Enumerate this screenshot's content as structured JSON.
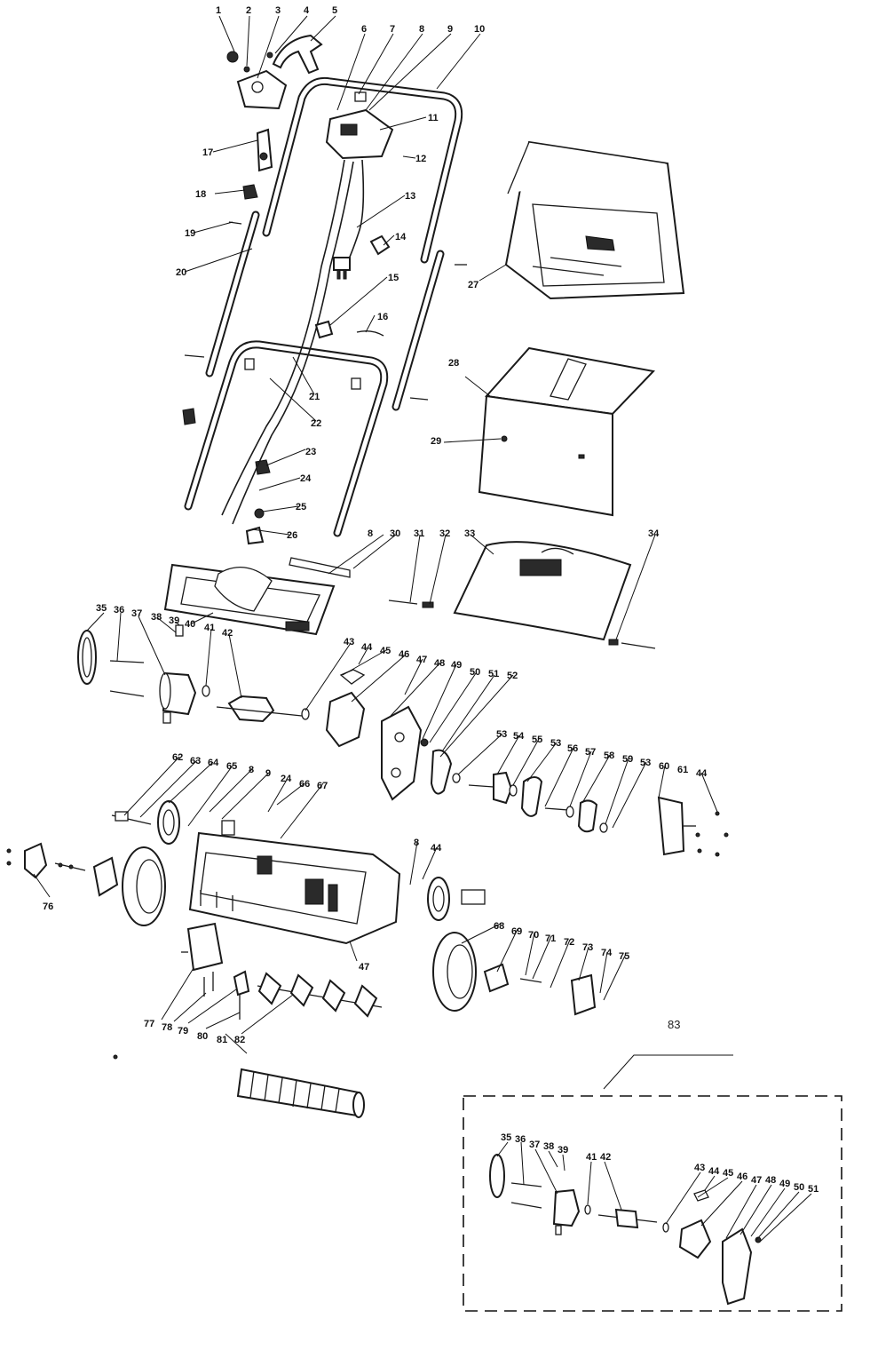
{
  "diagram": {
    "kit_label": "83",
    "part_numbers": [
      "1",
      "2",
      "3",
      "4",
      "5",
      "6",
      "7",
      "8",
      "9",
      "10",
      "11",
      "12",
      "13",
      "14",
      "15",
      "16",
      "17",
      "18",
      "19",
      "20",
      "21",
      "22",
      "23",
      "24",
      "25",
      "26",
      "27",
      "28",
      "29",
      "30",
      "31",
      "32",
      "33",
      "34",
      "35",
      "36",
      "37",
      "38",
      "39",
      "40",
      "41",
      "42",
      "43",
      "44",
      "45",
      "46",
      "47",
      "48",
      "49",
      "50",
      "51",
      "52",
      "53",
      "54",
      "55",
      "56",
      "57",
      "58",
      "59",
      "60",
      "61",
      "62",
      "63",
      "64",
      "65",
      "66",
      "67",
      "68",
      "69",
      "70",
      "71",
      "72",
      "73",
      "74",
      "75",
      "76",
      "77",
      "78",
      "79",
      "80",
      "81",
      "82"
    ],
    "kit_part_numbers": [
      "35",
      "36",
      "37",
      "38",
      "39",
      "41",
      "42",
      "43",
      "44",
      "45",
      "46",
      "47",
      "48",
      "49",
      "50",
      "51"
    ]
  }
}
